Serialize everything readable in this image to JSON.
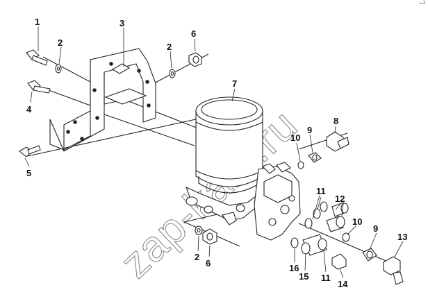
{
  "corner_mark": "−¹",
  "watermark": "zap-kam.ru",
  "callouts": [
    {
      "id": "c1",
      "label": "1"
    },
    {
      "id": "c2a",
      "label": "2"
    },
    {
      "id": "c3",
      "label": "3"
    },
    {
      "id": "c2b",
      "label": "2"
    },
    {
      "id": "c6a",
      "label": "6"
    },
    {
      "id": "c4",
      "label": "4"
    },
    {
      "id": "c7",
      "label": "7"
    },
    {
      "id": "c8",
      "label": "8"
    },
    {
      "id": "c10a",
      "label": "10"
    },
    {
      "id": "c9a",
      "label": "9"
    },
    {
      "id": "c5",
      "label": "5"
    },
    {
      "id": "c11a",
      "label": "11"
    },
    {
      "id": "c12",
      "label": "12"
    },
    {
      "id": "c10b",
      "label": "10"
    },
    {
      "id": "c9b",
      "label": "9"
    },
    {
      "id": "c13",
      "label": "13"
    },
    {
      "id": "c2c",
      "label": "2"
    },
    {
      "id": "c6b",
      "label": "6"
    },
    {
      "id": "c16",
      "label": "16"
    },
    {
      "id": "c15",
      "label": "15"
    },
    {
      "id": "c11b",
      "label": "11"
    },
    {
      "id": "c14",
      "label": "14"
    }
  ]
}
